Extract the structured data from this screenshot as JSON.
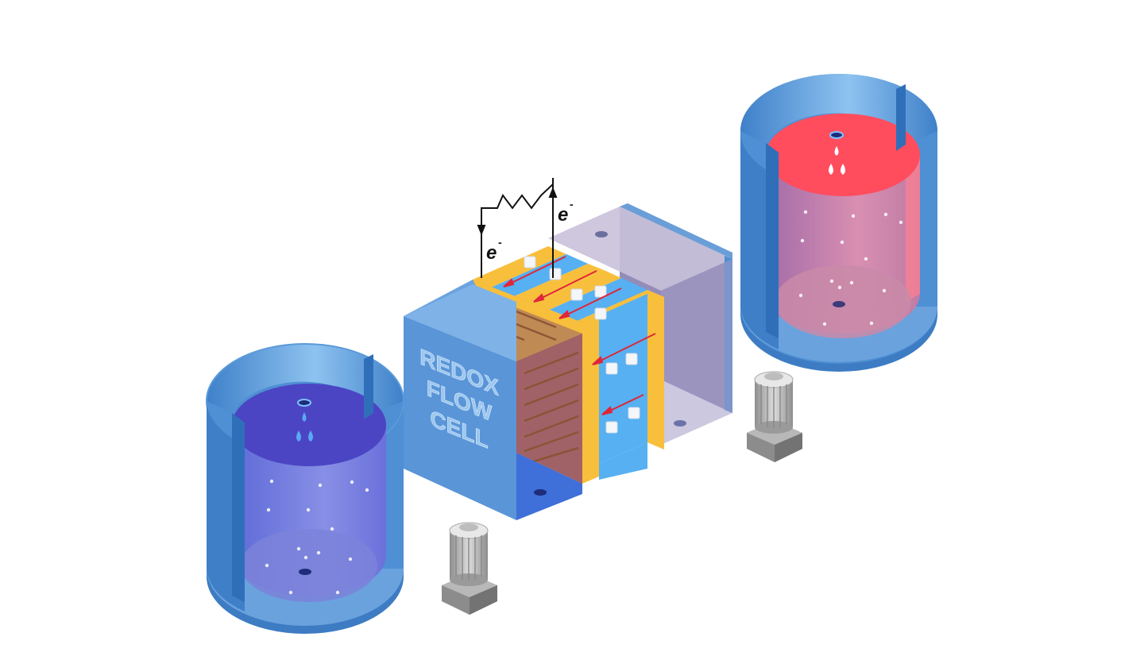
{
  "diagram": {
    "cell_label_lines": [
      "REDOX",
      "FLOW",
      "CELL"
    ],
    "electron_label": "e",
    "electron_charge": "-",
    "icons": {
      "tank_left": "negative-electrolyte-tank",
      "tank_right": "positive-electrolyte-tank",
      "pump": "pump-icon",
      "droplet": "droplet-icon",
      "resistor": "resistor-symbol",
      "ion_arrow": "ion-flow-arrow"
    },
    "colors": {
      "tank_shell": "#4f8fd3",
      "tank_shell_dark": "#2f6fba",
      "anolyte": "#4b45c4",
      "catholyte": "#ff4d5e",
      "cell_body": "#5a95d8",
      "membrane_gold": "#f8bf3c",
      "channel_blue": "#56b0f2",
      "plate_copper": "#c08a55",
      "pump_gray": "#9d9d9d",
      "ion_arrow_red": "#e0263a"
    }
  }
}
